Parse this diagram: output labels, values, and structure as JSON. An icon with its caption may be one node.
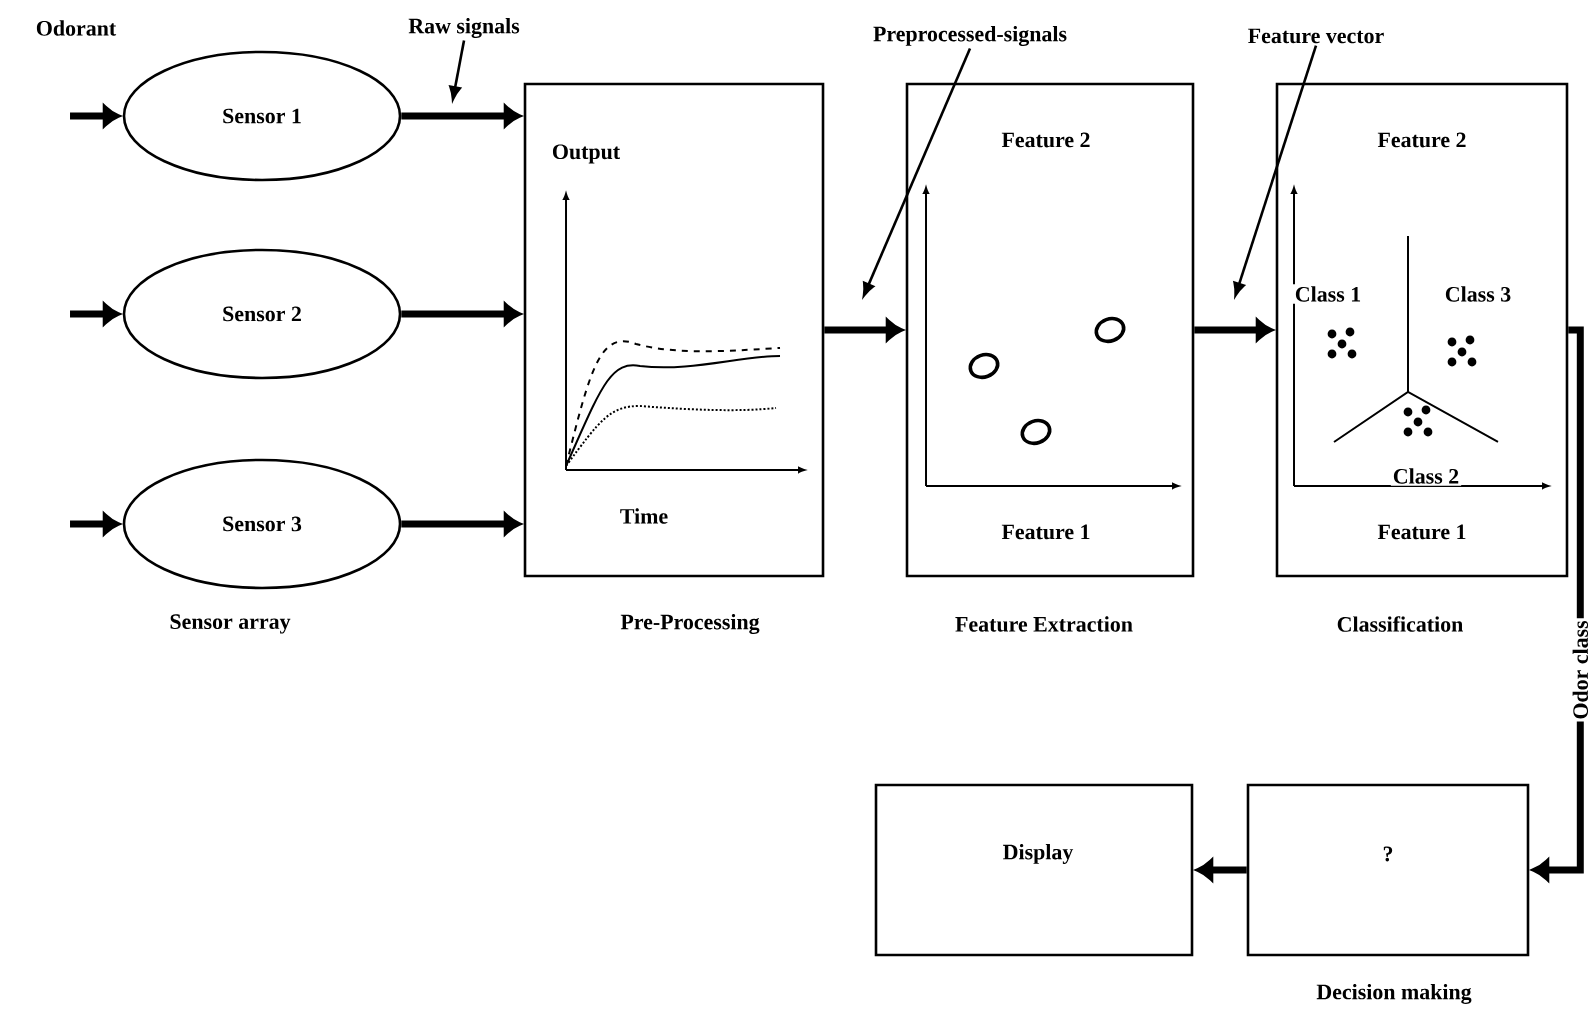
{
  "diagram": {
    "nodes": [
      {
        "text": [
          "Sensor 1"
        ]
      },
      {
        "text": [
          "Sensor 2"
        ]
      },
      {
        "text": [
          "Sensor 3"
        ]
      },
      {
        "text": [
          "Output",
          "Time"
        ],
        "beside": [
          "Pre-Processing"
        ]
      },
      {
        "text": [
          "Feature 2",
          "Feature 1"
        ],
        "beside": [
          "Feature Extraction"
        ]
      },
      {
        "text": [
          "Feature 2",
          "Class 1",
          "Class 3",
          "Class 2",
          "Feature 1"
        ],
        "beside": [
          "Classification"
        ]
      },
      {
        "text": [
          "Display"
        ]
      },
      {
        "text": [
          "?"
        ],
        "beside": [
          "Decision making"
        ]
      },
      {
        "text": [
          "Raw signals"
        ]
      },
      {
        "text": [
          "Preprocessed-signals"
        ]
      },
      {
        "text": [
          "Feature vector"
        ]
      }
    ],
    "edges": [
      {
        "from": null,
        "to": 0,
        "arrow": "to"
      },
      {
        "from": null,
        "to": 1,
        "arrow": "to"
      },
      {
        "from": null,
        "to": 2,
        "arrow": "to"
      },
      {
        "from": 0,
        "to": 3,
        "arrow": "to"
      },
      {
        "from": 1,
        "to": 3,
        "arrow": "to"
      },
      {
        "from": 2,
        "to": 3,
        "arrow": "to"
      },
      {
        "from": 3,
        "to": 4,
        "arrow": "to"
      },
      {
        "from": 4,
        "to": 5,
        "arrow": "to"
      },
      {
        "from": 5,
        "to": 7,
        "arrow": "to",
        "label": "Odor class"
      },
      {
        "from": 7,
        "to": 6,
        "arrow": "to"
      },
      {
        "from": 8,
        "to": null,
        "arrow": "to"
      },
      {
        "from": 9,
        "to": null,
        "arrow": "to"
      },
      {
        "from": 10,
        "to": null,
        "arrow": "to"
      }
    ],
    "labels": [
      "Odorant",
      "Sensor array"
    ]
  }
}
